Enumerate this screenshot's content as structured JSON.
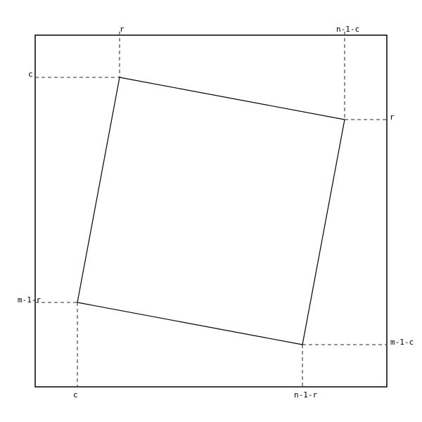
{
  "diagram": {
    "labels": {
      "top_r": "r",
      "top_n1c": "n-1-c",
      "left_c": "c",
      "right_r": "r",
      "left_m1r": "m-1-r",
      "right_m1c": "m-1-c",
      "bottom_c": "c",
      "bottom_n1r": "n-1-r"
    },
    "colors": {
      "outline": "#000000",
      "guide": "#555555",
      "background": "#ffffff"
    }
  }
}
